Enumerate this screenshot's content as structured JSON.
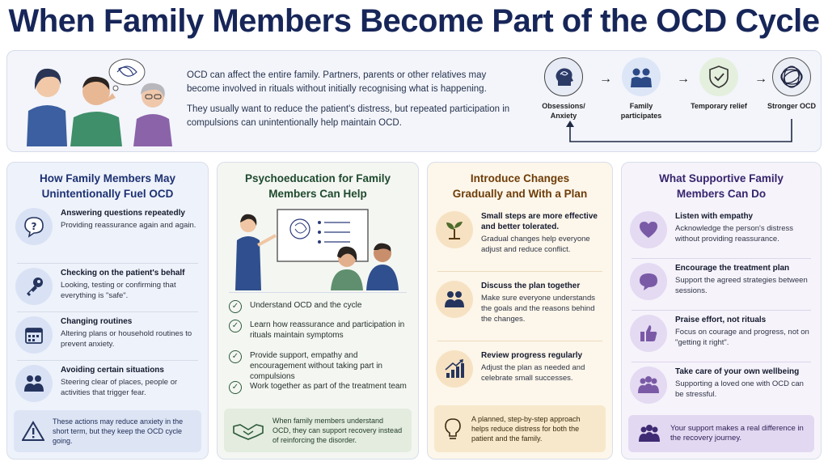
{
  "title": "When Family Members Become Part of the OCD Cycle",
  "intro": {
    "p1": "OCD can affect the entire family. Partners, parents or other relatives may become involved in rituals without initially recognising what is happening.",
    "p2": "They usually want to reduce the patient's distress, but repeated participation in compulsions can unintentionally help maintain OCD."
  },
  "cycle": [
    {
      "label": "Obsessions/ Anxiety",
      "icon": "head-thoughts-icon"
    },
    {
      "label": "Family participates",
      "icon": "family-icon"
    },
    {
      "label": "Temporary relief",
      "icon": "shield-check-icon"
    },
    {
      "label": "Stronger OCD",
      "icon": "scribble-icon"
    }
  ],
  "fuel": {
    "heading": "How Family Members May Unintentionally Fuel OCD",
    "items": [
      {
        "title": "Answering questions repeatedly",
        "text": "Providing reassurance again and again.",
        "icon": "question-bubble-icon"
      },
      {
        "title": "Checking on the patient's behalf",
        "text": "Looking, testing or confirming that everything is \"safe\".",
        "icon": "key-icon"
      },
      {
        "title": "Changing routines",
        "text": "Altering plans or household routines to prevent anxiety.",
        "icon": "calendar-icon"
      },
      {
        "title": "Avoiding certain situations",
        "text": "Steering clear of places, people or activities that trigger fear.",
        "icon": "people-icon"
      }
    ],
    "note": "These actions may reduce anxiety in the short term, but they keep the OCD cycle going."
  },
  "psycho": {
    "heading": "Psychoeducation for Family Members Can Help",
    "items": [
      "Understand OCD and the cycle",
      "Learn how reassurance and participation in rituals maintain symptoms",
      "Provide support, empathy and encouragement without taking part in compulsions",
      "Work together as part of the treatment team"
    ],
    "note": "When family members understand OCD, they can support recovery instead of reinforcing the disorder."
  },
  "gradual": {
    "heading": "Introduce Changes Gradually and With a Plan",
    "items": [
      {
        "title": "Small steps are more effective and better tolerated.",
        "text": "Gradual changes help everyone adjust and reduce conflict.",
        "icon": "sprout-icon"
      },
      {
        "title": "Discuss the plan together",
        "text": "Make sure everyone understands the goals and the reasons behind the changes.",
        "icon": "people-icon"
      },
      {
        "title": "Review progress regularly",
        "text": "Adjust the plan as needed and celebrate small successes.",
        "icon": "growth-chart-icon"
      }
    ],
    "note": "A planned, step-by-step approach helps reduce distress for both the patient and the family."
  },
  "supportive": {
    "heading": "What Supportive Family Members Can Do",
    "items": [
      {
        "title": "Listen with empathy",
        "text": "Acknowledge the person's distress without providing reassurance.",
        "icon": "heart-icon"
      },
      {
        "title": "Encourage the treatment plan",
        "text": "Support the agreed strategies between sessions.",
        "icon": "speech-bubble-icon"
      },
      {
        "title": "Praise effort, not rituals",
        "text": "Focus on courage and progress, not on \"getting it right\".",
        "icon": "thumbs-up-icon"
      },
      {
        "title": "Take care of your own wellbeing",
        "text": "Supporting a loved one with OCD can be stressful.",
        "icon": "group-icon"
      }
    ],
    "note": "Your support makes a real difference in the recovery journey."
  },
  "colors": {
    "navy": "#172659",
    "blue_icon_bg": "#dbe4f6",
    "green_accent": "#2c5a3a",
    "orange_icon_bg": "#f7e6c8",
    "purple_icon_bg": "#e6ddf3"
  }
}
